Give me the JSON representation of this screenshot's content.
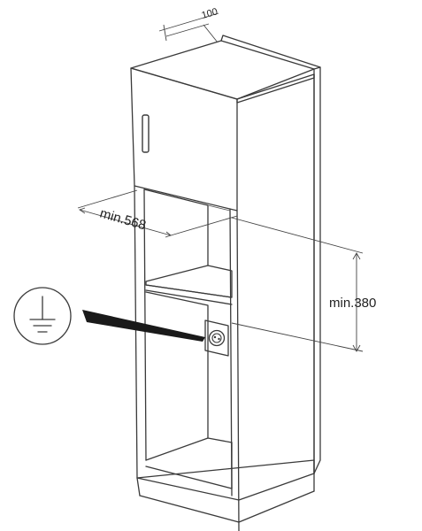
{
  "dimensions": {
    "depth_gap": "100",
    "min_width": "min.568",
    "min_height": "min.380"
  },
  "icons": {
    "ground": "ground-symbol-icon",
    "socket": "power-socket-icon"
  },
  "colors": {
    "line": "#3a3a3a",
    "pointer": "#1a1a1a"
  }
}
